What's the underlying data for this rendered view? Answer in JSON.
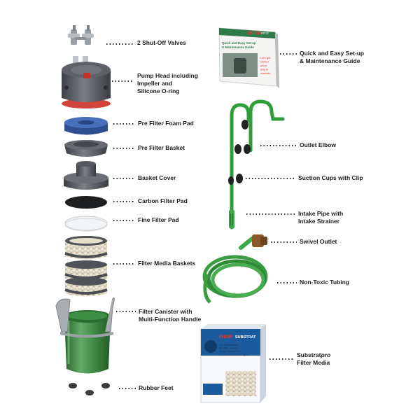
{
  "labels": {
    "valves": "2 Shut-Off Valves",
    "pump_head": [
      "Pump Head including",
      "Impeller and",
      "Silicone O-ring"
    ],
    "prefilter_foam": "Pre Filter Foam Pad",
    "prefilter_basket": "Pre Filter Basket",
    "basket_cover": "Basket Cover",
    "carbon_pad": "Carbon Filter Pad",
    "fine_pad": "Fine Filter Pad",
    "media_baskets": "Filter Media Baskets",
    "canister": [
      "Filter Canister with",
      "Multi-Function Handle"
    ],
    "feet": "Rubber Feet",
    "guide": [
      "Quick and Easy Set-up",
      "& Maintenance Guide"
    ],
    "outlet_elbow": "Outlet Elbow",
    "suction_cups": "Suction Cups with Clip",
    "intake_pipe": [
      "Intake Pipe with",
      "Intake Strainer"
    ],
    "swivel": "Swivel Outlet",
    "tubing": "Non-Toxic Tubing",
    "substrat_word": "Substrat",
    "substrat_pro": "pro",
    "substrat_line2": "Filter Media"
  },
  "booklet": {
    "brand": "EHEIM",
    "model": "ecco",
    "title_line1": "Quick and Easy Set-up",
    "title_line2": "& Maintenance Guide",
    "side_text": [
      "Let's get",
      "started",
      "prime",
      "plug in",
      "maintain"
    ]
  },
  "box": {
    "brand": "EHEIM",
    "product": "SUBSTRAT",
    "lines": [
      "Bio-Filtermedium",
      "Bio filter medium",
      "Masse filtrante bio",
      "Masse Filtrante biologica"
    ]
  },
  "colors": {
    "green": "#2f9e3a",
    "dark_grey": "#4a4d52",
    "foam_blue": "#3a5fa8"
  }
}
